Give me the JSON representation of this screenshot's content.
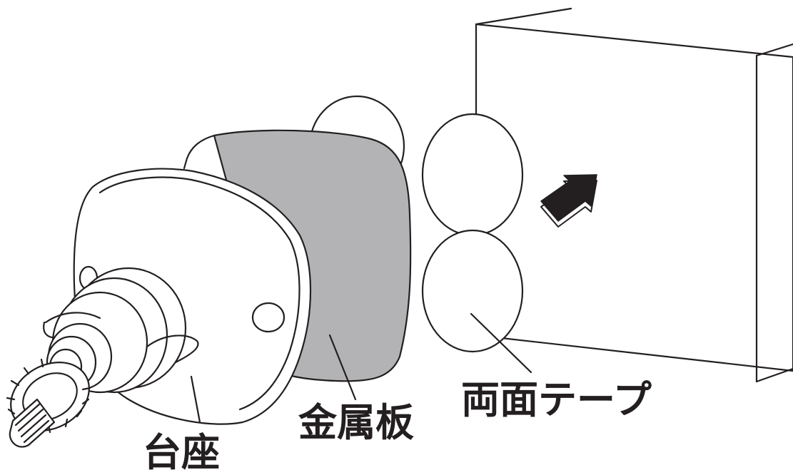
{
  "labels": {
    "base": "台座",
    "metal_plate": "金属板",
    "double_sided_tape": "両面テープ"
  },
  "colors": {
    "line": "#231f20",
    "metal_plate_fill": "#b3b3b5",
    "arrow_fill": "#231f20",
    "background": "#ffffff"
  }
}
